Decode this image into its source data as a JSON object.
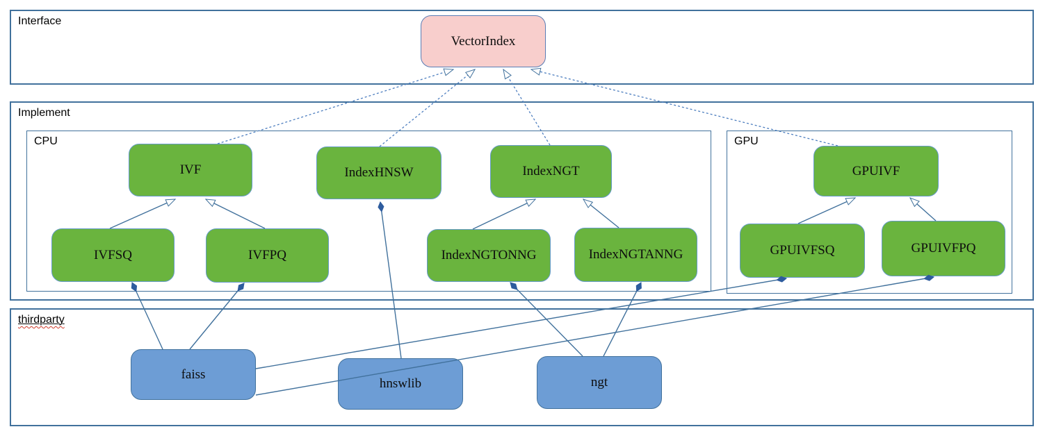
{
  "containers": {
    "interface": {
      "label": "Interface"
    },
    "implement": {
      "label": "Implement"
    },
    "cpu": {
      "label": "CPU"
    },
    "gpu": {
      "label": "GPU"
    },
    "thirdparty": {
      "label": "thirdparty"
    }
  },
  "nodes": {
    "vectorindex": {
      "label": "VectorIndex",
      "kind": "interface"
    },
    "ivf": {
      "label": "IVF",
      "kind": "cpu-class"
    },
    "indexhnsw": {
      "label": "IndexHNSW",
      "kind": "cpu-class"
    },
    "indexngt": {
      "label": "IndexNGT",
      "kind": "cpu-class"
    },
    "gpuivf": {
      "label": "GPUIVF",
      "kind": "gpu-class"
    },
    "ivfsq": {
      "label": "IVFSQ",
      "kind": "cpu-class"
    },
    "ivfpq": {
      "label": "IVFPQ",
      "kind": "cpu-class"
    },
    "indexngtonng": {
      "label": "IndexNGTONNG",
      "kind": "cpu-class"
    },
    "indexngtanng": {
      "label": "IndexNGTANNG",
      "kind": "cpu-class"
    },
    "gpuivfsq": {
      "label": "GPUIVFSQ",
      "kind": "gpu-class"
    },
    "gpuivfpq": {
      "label": "GPUIVFPQ",
      "kind": "gpu-class"
    },
    "faiss": {
      "label": "faiss",
      "kind": "thirdparty-lib"
    },
    "hnswlib": {
      "label": "hnswlib",
      "kind": "thirdparty-lib"
    },
    "ngt": {
      "label": "ngt",
      "kind": "thirdparty-lib"
    }
  },
  "edges": [
    {
      "from": "IVF",
      "to": "VectorIndex",
      "type": "realization"
    },
    {
      "from": "IndexHNSW",
      "to": "VectorIndex",
      "type": "realization"
    },
    {
      "from": "IndexNGT",
      "to": "VectorIndex",
      "type": "realization"
    },
    {
      "from": "GPUIVF",
      "to": "VectorIndex",
      "type": "realization"
    },
    {
      "from": "IVFSQ",
      "to": "IVF",
      "type": "generalization"
    },
    {
      "from": "IVFPQ",
      "to": "IVF",
      "type": "generalization"
    },
    {
      "from": "IndexNGTONNG",
      "to": "IndexNGT",
      "type": "generalization"
    },
    {
      "from": "IndexNGTANNG",
      "to": "IndexNGT",
      "type": "generalization"
    },
    {
      "from": "GPUIVFSQ",
      "to": "GPUIVF",
      "type": "generalization"
    },
    {
      "from": "GPUIVFPQ",
      "to": "GPUIVF",
      "type": "generalization"
    },
    {
      "from": "faiss",
      "to": "IVFSQ",
      "type": "composition"
    },
    {
      "from": "faiss",
      "to": "IVFPQ",
      "type": "composition"
    },
    {
      "from": "faiss",
      "to": "GPUIVFSQ",
      "type": "composition"
    },
    {
      "from": "faiss",
      "to": "GPUIVFPQ",
      "type": "composition"
    },
    {
      "from": "hnswlib",
      "to": "IndexHNSW",
      "type": "composition"
    },
    {
      "from": "ngt",
      "to": "IndexNGTONNG",
      "type": "composition"
    },
    {
      "from": "ngt",
      "to": "IndexNGTANNG",
      "type": "composition"
    }
  ],
  "colors": {
    "class_green": "#6ab43e",
    "interface_pink": "#f8cecc",
    "thirdparty_blue": "#6d9dd5",
    "line_blue": "#41719c",
    "dashed_line_blue": "#4d7ebf",
    "diamond_fill": "#2e5c9e",
    "spellcheck_red": "#d03a2b"
  }
}
